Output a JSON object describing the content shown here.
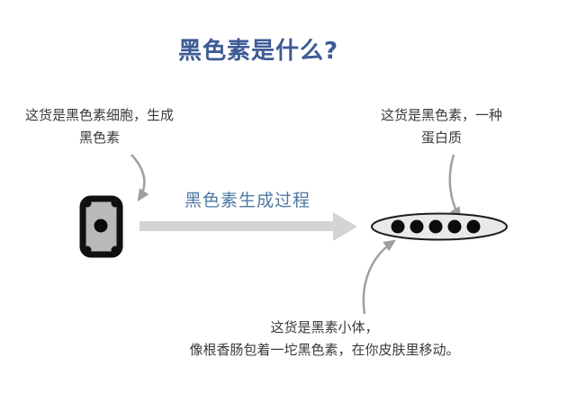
{
  "title": "黑色素是什么?",
  "labels": {
    "melanocyte": {
      "line1": "这货是黑色素细胞，生成",
      "line2": "黑色素"
    },
    "melanin": {
      "line1": "这货是黑色素，一种",
      "line2": "蛋白质"
    },
    "process": "黑色素生成过程",
    "melanosome": {
      "line1": "这货是黑素小体，",
      "line2": "像根香肠包着一坨黑色素，在你皮肤里移动。"
    }
  },
  "colors": {
    "title": "#3d5b94",
    "process": "#4e7aa3",
    "text": "#3a3a3a",
    "arrow_big": "#d4d4d4",
    "arrow_curved": "#9f9f9f",
    "cell_fill": "#b9b9b9",
    "cell_stroke": "#101010",
    "vesicle_fill": "#e9e9e9",
    "vesicle_stroke": "#1c1c1c",
    "dot": "#0b0b0b"
  }
}
